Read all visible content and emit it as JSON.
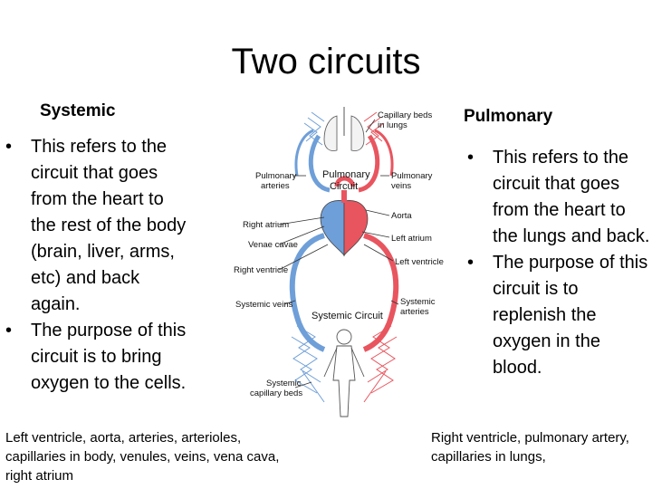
{
  "title": "Two circuits",
  "systemic": {
    "heading": "Systemic",
    "bullets": [
      "This refers to the circuit that goes from the heart to the rest of the body (brain, liver, arms, etc) and back again.",
      "The purpose of this circuit is to bring  oxygen to the cells."
    ],
    "path": "Left ventricle, aorta, arteries, arterioles, capillaries in body, venules, veins, vena cava, right atrium"
  },
  "pulmonary": {
    "heading": "Pulmonary",
    "bullets": [
      "This refers to the circuit that goes from the heart to the lungs and back.",
      "The purpose of this circuit is to replenish the oxygen in the blood."
    ],
    "path": "Right ventricle, pulmonary artery, capillaries in lungs,"
  },
  "diagram": {
    "colors": {
      "oxygenated": "#e8555f",
      "deoxygenated": "#6f9fd8"
    },
    "labels": {
      "capillary_beds_lungs_1": "Capillary beds",
      "capillary_beds_lungs_2": "in lungs",
      "pulmonary_arteries_1": "Pulmonary",
      "pulmonary_arteries_2": "arteries",
      "pulmonary_circuit_1": "Pulmonary",
      "pulmonary_circuit_2": "Circuit",
      "pulmonary_veins_1": "Pulmonary",
      "pulmonary_veins_2": "veins",
      "aorta": "Aorta",
      "right_atrium": "Right atrium",
      "venae_cavae": "Venae cavae",
      "left_atrium": "Left atrium",
      "left_ventricle": "Left ventricle",
      "right_ventricle": "Right ventricle",
      "systemic_veins": "Systemic veins",
      "systemic_arteries_1": "Systemic",
      "systemic_arteries_2": "arteries",
      "systemic_circuit": "Systemic Circuit",
      "systemic_capillary_beds_1": "Systemic",
      "systemic_capillary_beds_2": "capillary beds"
    }
  }
}
